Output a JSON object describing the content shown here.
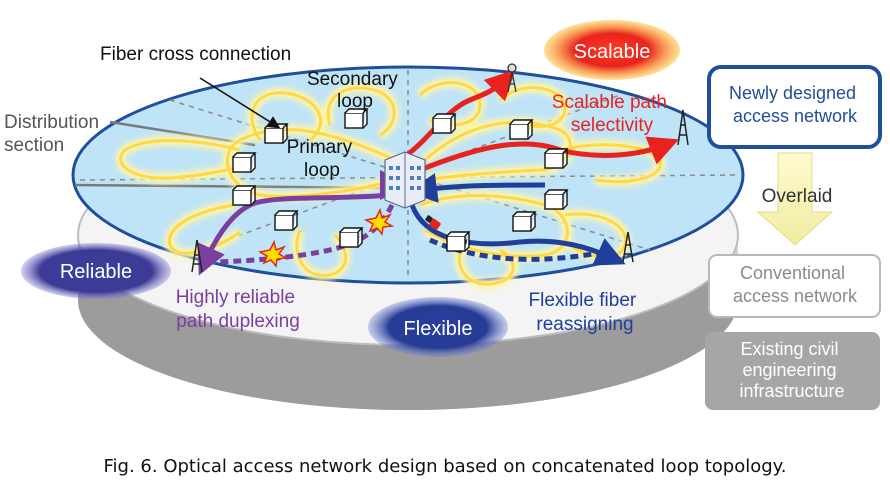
{
  "labels": {
    "fiber_cross_connection": "Fiber cross connection",
    "secondary_loop": [
      "Secondary",
      "loop"
    ],
    "distribution_section": [
      "Distribution",
      "section"
    ],
    "primary_loop": [
      "Primary",
      "loop"
    ],
    "scalable_path": [
      "Scalable path",
      "selectivity"
    ],
    "reliable_path": [
      "Highly reliable",
      "path duplexing"
    ],
    "flexible_path": [
      "Flexible fiber",
      "reassigning"
    ]
  },
  "badges": {
    "scalable": "Scalable",
    "reliable": "Reliable",
    "flexible": "Flexible"
  },
  "legend": {
    "newly_designed": [
      "Newly designed",
      "access network"
    ],
    "overlaid": "Overlaid",
    "conventional": [
      "Conventional",
      "access network"
    ],
    "existing": [
      "Existing civil",
      "engineering",
      "infrastructure"
    ]
  },
  "caption": "Fig. 6. Optical access network design based on concatenated loop topology.",
  "colors": {
    "scalable": "#e8231e",
    "reliable": "#7a3fa0",
    "flexible": "#1f3f9a",
    "ellipse_fill": "#bfe4f7",
    "ellipse_stroke": "#1f4e9b",
    "loop_glow": "#ffe66e",
    "cylinder": "#a8a8a8",
    "legend_new": "#1f4e9b",
    "legend_conv": "#b8b8b8",
    "legend_existing": "#a6a6a6"
  }
}
